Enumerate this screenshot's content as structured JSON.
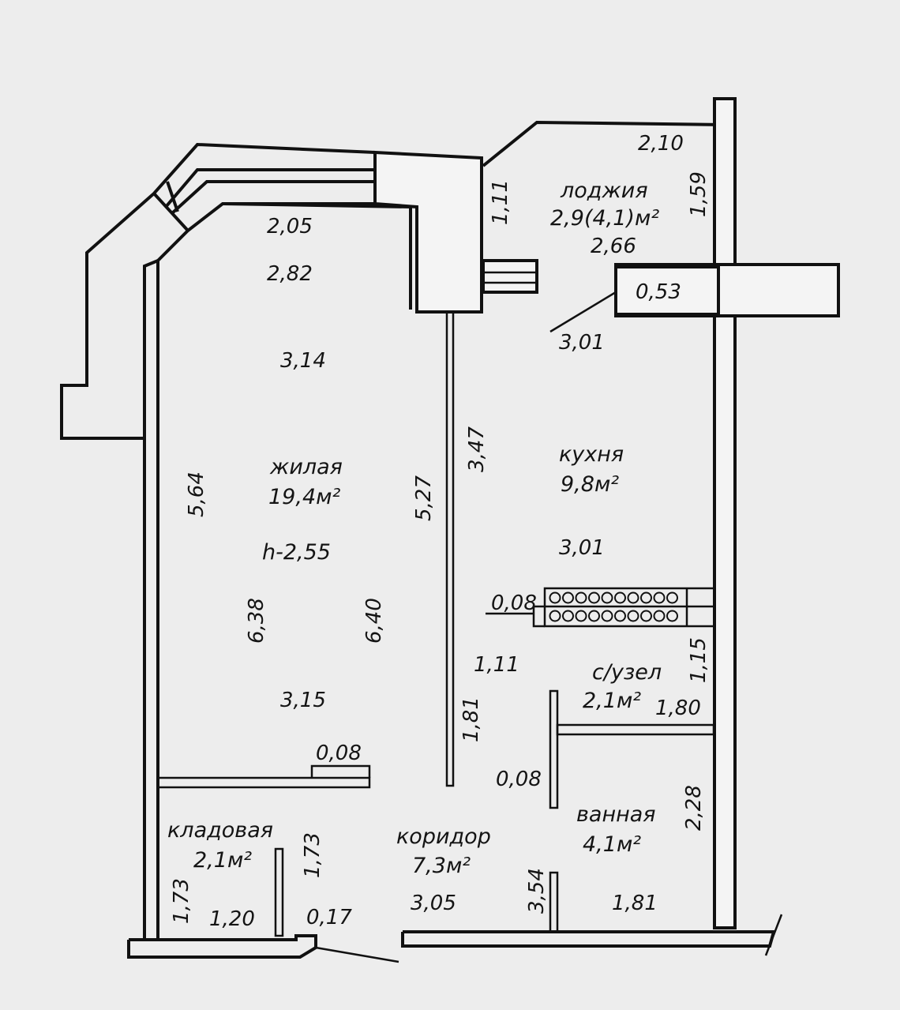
{
  "rooms": {
    "living": {
      "name": "жилая",
      "area": "19,4м²",
      "height": "h-2,55"
    },
    "kitchen": {
      "name": "кухня",
      "area": "9,8м²"
    },
    "loggia": {
      "name": "лоджия",
      "area": "2,9(4,1)м²"
    },
    "wc": {
      "name": "с/узел",
      "area": "2,1м²"
    },
    "bath": {
      "name": "ванная",
      "area": "4,1м²"
    },
    "corridor": {
      "name": "коридор",
      "area": "7,3м²"
    },
    "storage": {
      "name": "кладовая",
      "area": "2,1м²"
    }
  },
  "dimensions": {
    "d_2_10": "2,10",
    "d_1_59": "1,59",
    "d_1_11_top": "1,11",
    "d_2_66": "2,66",
    "d_0_53": "0,53",
    "d_3_01_top": "3,01",
    "d_2_05": "2,05",
    "d_2_82": "2,82",
    "d_3_14": "3,14",
    "d_5_64": "5,64",
    "d_5_27": "5,27",
    "d_3_47": "3,47",
    "d_6_38": "6,38",
    "d_6_40": "6,40",
    "d_3_15": "3,15",
    "d_0_08_living": "0,08",
    "d_3_01_kitchen": "3,01",
    "d_0_08_kitchen": "0,08",
    "d_1_11_mid": "1,11",
    "d_1_15": "1,15",
    "d_1_80": "1,80",
    "d_1_81_vert": "1,81",
    "d_0_08_bath": "0,08",
    "d_2_28": "2,28",
    "d_1_73_right": "1,73",
    "d_1_73_left": "1,73",
    "d_1_20": "1,20",
    "d_0_17": "0,17",
    "d_3_05": "3,05",
    "d_3_54": "3,54",
    "d_1_81_bottom": "1,81"
  }
}
